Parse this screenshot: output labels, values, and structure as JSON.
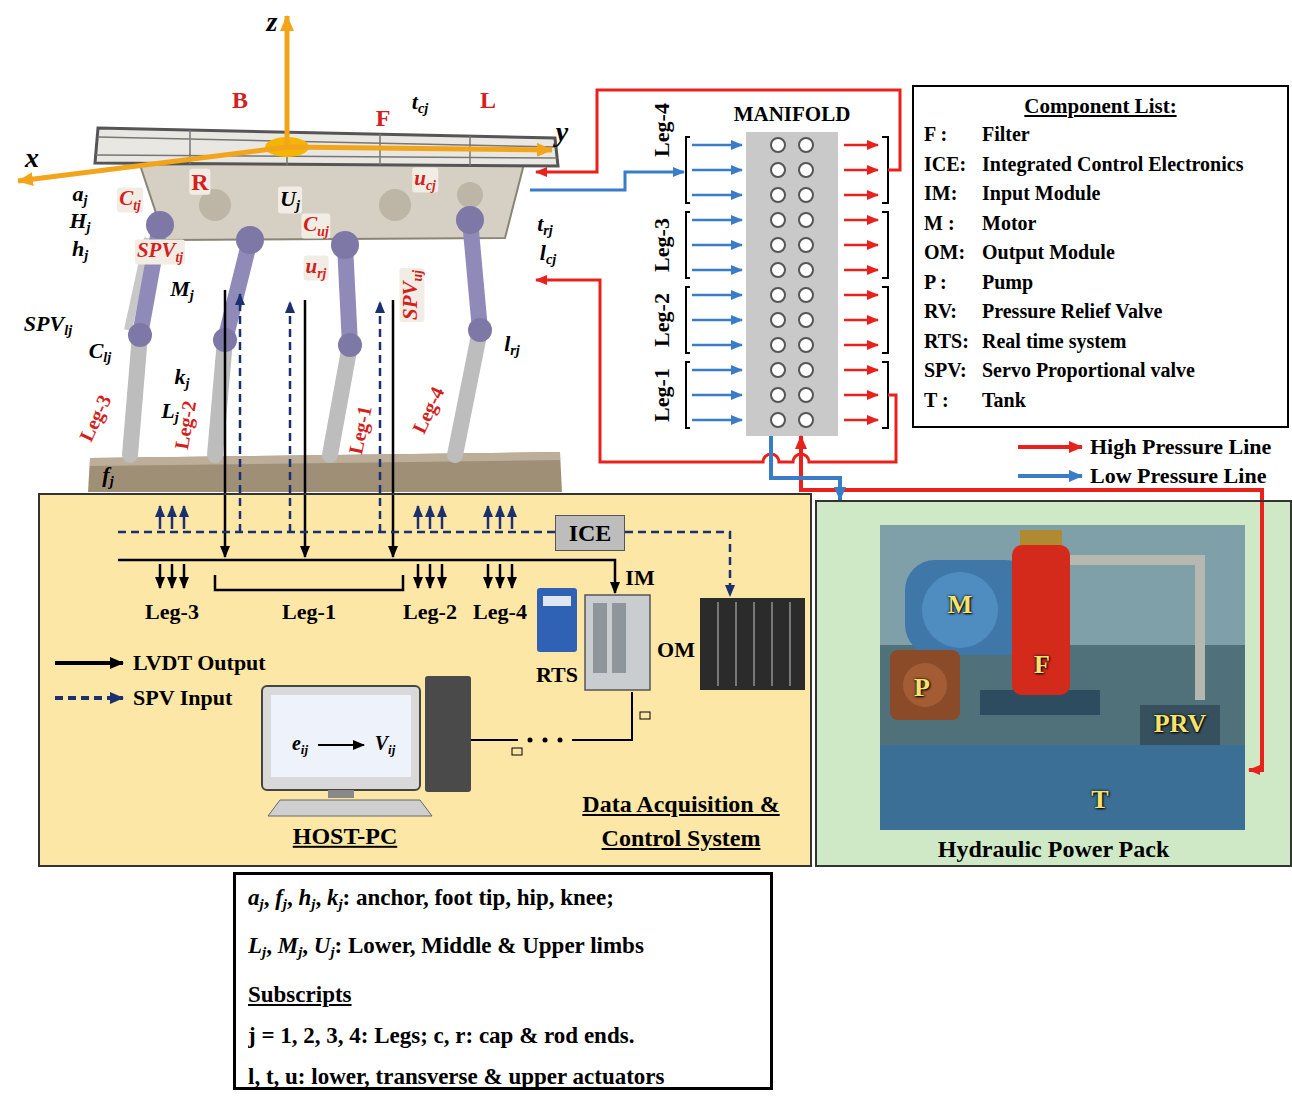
{
  "diagram": {
    "nodes": [
      {
        "text": [
          "Component List:",
          "F :",
          "Filter",
          "ICE:",
          "Integrated Control Electronics",
          "IM:",
          "Input Module",
          "M :",
          "Motor",
          "OM:",
          "Output Module",
          "P :",
          "Pump",
          "RV:",
          "Pressure Relief Valve",
          "RTS:",
          "Real time system",
          "SPV:",
          "Servo Proportional valve",
          "T :",
          "Tank"
        ]
      },
      {
        "text": [
          "MANIFOLD"
        ]
      },
      {
        "text": [
          "Data Acquisition & Control System"
        ]
      },
      {
        "text": [
          "ICE"
        ],
        "in": 2
      },
      {
        "text": [
          "Hydraulic Power Pack"
        ]
      },
      {
        "text": [
          "aj, fj, hj, kj: anchor, foot tip, hip, knee;",
          "Lj, Mj, Uj: Lower, Middle & Upper limbs",
          "Subscripts",
          "j = 1, 2, 3, 4: Legs; c, r: cap & rod ends.",
          "l, t, u: lower, transverse & upper actuators"
        ]
      }
    ],
    "edges": [
      {
        "from": 4,
        "to": 1,
        "arrow": "to"
      },
      {
        "from": 1,
        "to": 4,
        "arrow": "to"
      }
    ],
    "labels": [
      "z",
      "B",
      "tcj",
      "L",
      "x",
      "aj",
      "R",
      "F",
      "y",
      "Hj",
      "Ctj",
      "Uj",
      "ucj",
      "hj",
      "SPVtj",
      "Cuj",
      "trj",
      "urj",
      "lcj",
      "Mj",
      "SPVuj",
      "SPVlj",
      "Clj",
      "kj",
      "lrj",
      "Leg-3",
      "Leg-2",
      "Leg-1",
      "Leg-4",
      "Lj",
      "fj",
      "Leg-4",
      "Leg-3",
      "Leg-2",
      "Leg-1",
      "Leg-3",
      "Leg-1",
      "Leg-2",
      "Leg-4",
      "IM",
      "RTS",
      "OM",
      "eij",
      "Vij",
      "HOST-PC",
      "M",
      "F",
      "P",
      "PRV",
      "T"
    ],
    "legend": [
      {
        "text": "High Pressure Line",
        "color": "#e8211c"
      },
      {
        "text": "Low Pressure Line",
        "color": "#3a7cc7"
      },
      {
        "text": "LVDT Output"
      },
      {
        "text": "SPV Input"
      }
    ]
  }
}
